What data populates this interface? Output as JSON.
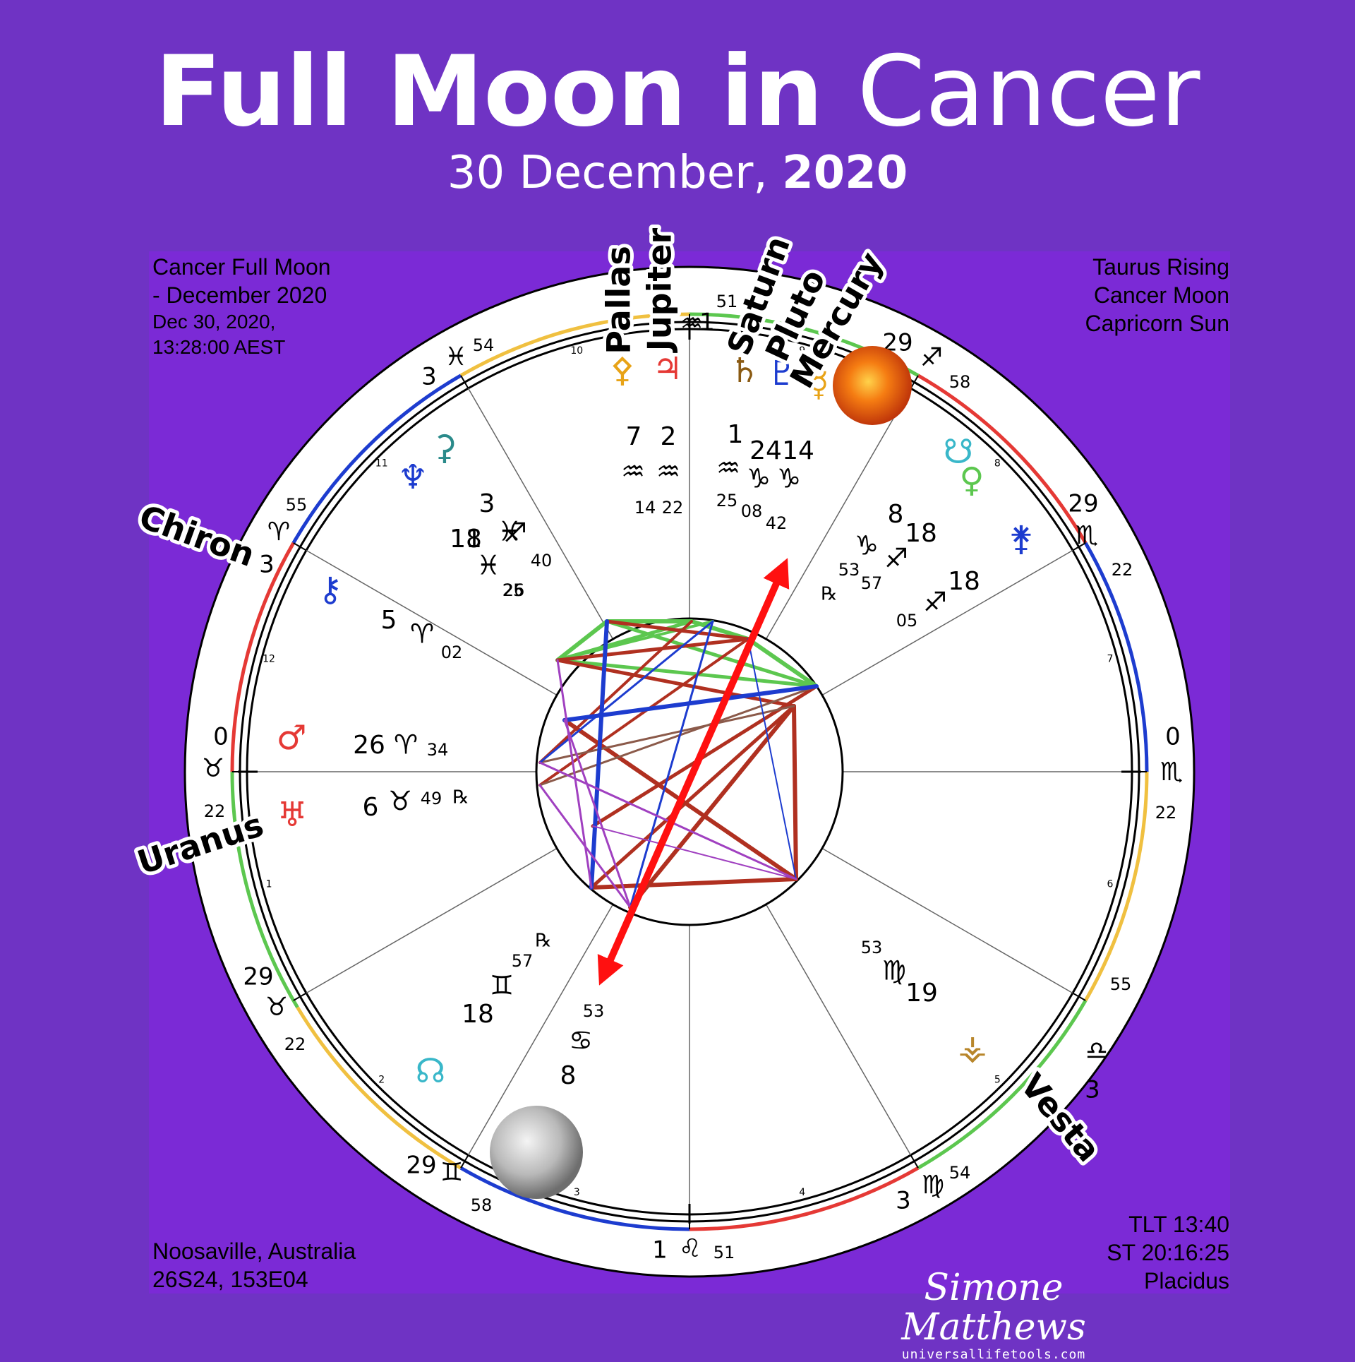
{
  "header": {
    "title_main": "Full Moon in",
    "title_sign": "Cancer",
    "date_prefix": "30 December,",
    "date_year": "2020"
  },
  "info": {
    "top_left": [
      "Cancer Full Moon",
      "- December 2020",
      "Dec 30, 2020,",
      "13:28:00 AEST"
    ],
    "top_right": [
      "Taurus Rising",
      "Cancer Moon",
      "Capricorn Sun"
    ],
    "bottom_left": [
      "Noosaville, Australia",
      "26S24, 153E04"
    ],
    "bottom_right": [
      "TLT 13:40",
      "ST 20:16:25",
      "Placidus"
    ]
  },
  "signature": {
    "name": "Simone Matthews",
    "url": "universallifetools.com"
  },
  "colors": {
    "background": "#6f33c4",
    "panel": "#7b2ad6",
    "red": "#e53935",
    "blue": "#1d3ccf",
    "green": "#5cc74f",
    "yellow": "#f0c040",
    "brown": "#b03020",
    "arrow": "#ff1010"
  },
  "chart": {
    "ascendant_sign": "Taurus",
    "cusp_texts": [
      {
        "deg": "0",
        "sign": "♉",
        "min": "22"
      },
      {
        "deg": "29",
        "sign": "♉",
        "min": "22"
      },
      {
        "deg": "29",
        "sign": "♊",
        "min": "58"
      },
      {
        "deg": "1",
        "sign": "♌",
        "min": "51"
      },
      {
        "deg": "3",
        "sign": "♍",
        "min": "54"
      },
      {
        "deg": "3",
        "sign": "♎",
        "min": "55"
      },
      {
        "deg": "0",
        "sign": "♏",
        "min": "22"
      },
      {
        "deg": "29",
        "sign": "♏",
        "min": "22"
      },
      {
        "deg": "29",
        "sign": "♐",
        "min": "58"
      },
      {
        "deg": "1",
        "sign": "♒",
        "min": "51"
      },
      {
        "deg": "3",
        "sign": "♓",
        "min": "54"
      },
      {
        "deg": "3",
        "sign": "♈",
        "min": "55"
      }
    ],
    "house_numbers": [
      "1",
      "2",
      "3",
      "4",
      "5",
      "6",
      "7",
      "8",
      "9",
      "10",
      "11",
      "12"
    ],
    "outer_labels": [
      "Pallas",
      "Jupiter",
      "Saturn",
      "Pluto",
      "Mercury",
      "Chiron",
      "Uranus",
      "Vesta"
    ],
    "planet_glyphs": [
      {
        "name": "pallas",
        "glyph": "⚴",
        "color": "#e8a317"
      },
      {
        "name": "jupiter",
        "glyph": "♃",
        "color": "#e53935"
      },
      {
        "name": "saturn",
        "glyph": "♄",
        "color": "#8a5a12"
      },
      {
        "name": "pluto",
        "glyph": "♇",
        "color": "#1d3ccf"
      },
      {
        "name": "mercury",
        "glyph": "☿",
        "color": "#e8a317"
      },
      {
        "name": "south-node",
        "glyph": "☋",
        "color": "#39b7c9"
      },
      {
        "name": "venus",
        "glyph": "♀",
        "color": "#5cc74f"
      },
      {
        "name": "juno",
        "glyph": "⚵",
        "color": "#1d3ccf"
      },
      {
        "name": "neptune",
        "glyph": "♆",
        "color": "#1d3ccf"
      },
      {
        "name": "ceres",
        "glyph": "⚳",
        "color": "#2a8a8a"
      },
      {
        "name": "chiron",
        "glyph": "⚷",
        "color": "#1d3ccf"
      },
      {
        "name": "mars",
        "glyph": "♂",
        "color": "#e53935"
      },
      {
        "name": "uranus",
        "glyph": "♅",
        "color": "#e53935"
      },
      {
        "name": "north-node",
        "glyph": "☊",
        "color": "#39b7c9"
      },
      {
        "name": "vesta",
        "glyph": "⚶",
        "color": "#b8862b"
      }
    ],
    "positions": [
      {
        "deg": "7",
        "sign": "♒",
        "min": "14"
      },
      {
        "deg": "2",
        "sign": "♒",
        "min": "22"
      },
      {
        "deg": "1",
        "sign": "♒",
        "min": "25"
      },
      {
        "deg": "24",
        "sign": "♑",
        "min": "08"
      },
      {
        "deg": "14",
        "sign": "♑",
        "min": "42"
      },
      {
        "deg": "8",
        "sign": "♑",
        "min": "53"
      },
      {
        "deg": "18",
        "sign": "♐",
        "min": "57"
      },
      {
        "deg": "18",
        "sign": "♐",
        "min": "05"
      },
      {
        "deg": "3",
        "sign": "♐",
        "min": "40"
      },
      {
        "deg": "11",
        "sign": "♓",
        "min": ""
      },
      {
        "deg": "18",
        "sign": "♓",
        "min": "25"
      },
      {
        "deg": "",
        "sign": "♓",
        "min": "26"
      },
      {
        "deg": "5",
        "sign": "♈",
        "min": "02"
      },
      {
        "deg": "26",
        "sign": "♈",
        "min": "34"
      },
      {
        "deg": "6",
        "sign": "♉",
        "min": "49"
      },
      {
        "deg": "18",
        "sign": "♊",
        "min": "57"
      },
      {
        "deg": "8",
        "sign": "♋",
        "min": "53"
      },
      {
        "deg": "19",
        "sign": "♍",
        "min": "53"
      }
    ],
    "retrograde_symbol": "℞"
  }
}
